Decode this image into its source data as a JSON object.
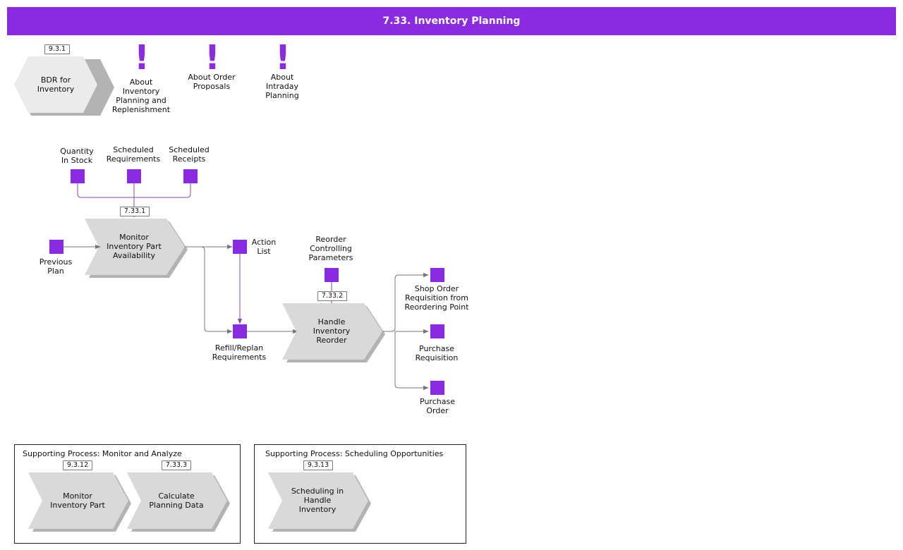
{
  "header": {
    "title": "7.33. Inventory Planning"
  },
  "colors": {
    "accent": "#8a2be2",
    "shape_fill": "#d9d9d9",
    "shape_shadow": "#b3b3b3",
    "line": "#777777",
    "purple_line": "#8a4bb0"
  },
  "top_row": {
    "bdr": {
      "badge": "9.3.1",
      "label_l1": "BDR for",
      "label_l2": "Inventory"
    },
    "notes": [
      {
        "icon": "exclamation-icon",
        "l1": "About",
        "l2": "Inventory",
        "l3": "Planning and",
        "l4": "Replenishment"
      },
      {
        "icon": "exclamation-icon",
        "l1": "About Order",
        "l2": "Proposals"
      },
      {
        "icon": "exclamation-icon",
        "l1": "About",
        "l2": "Intraday",
        "l3": "Planning"
      }
    ]
  },
  "inputs": {
    "quantity_in_stock": {
      "l1": "Quantity",
      "l2": "In Stock"
    },
    "scheduled_requirements": {
      "l1": "Scheduled",
      "l2": "Requirements"
    },
    "scheduled_receipts": {
      "l1": "Scheduled",
      "l2": "Receipts"
    },
    "previous_plan": {
      "l1": "Previous",
      "l2": "Plan"
    },
    "reorder_params": {
      "l1": "Reorder",
      "l2": "Controlling",
      "l3": "Parameters"
    }
  },
  "processes": {
    "monitor": {
      "badge": "7.33.1",
      "l1": "Monitor",
      "l2": "Inventory Part",
      "l3": "Availability"
    },
    "handle": {
      "badge": "7.33.2",
      "l1": "Handle",
      "l2": "Inventory",
      "l3": "Reorder"
    }
  },
  "outputs": {
    "action_list": {
      "l1": "Action",
      "l2": "List"
    },
    "refill": {
      "l1": "Refill/Replan",
      "l2": "Requirements"
    },
    "shop_order": {
      "l1": "Shop Order",
      "l2": "Requisition from",
      "l3": "Reordering Point"
    },
    "purchase_requisition": {
      "l1": "Purchase",
      "l2": "Requisition"
    },
    "purchase_order": {
      "l1": "Purchase",
      "l2": "Order"
    }
  },
  "supporting": {
    "monitor_analyze": {
      "title": "Supporting Process: Monitor and Analyze",
      "items": [
        {
          "badge": "9.3.12",
          "l1": "Monitor",
          "l2": "Inventory Part"
        },
        {
          "badge": "7.33.3",
          "l1": "Calculate",
          "l2": "Planning Data"
        }
      ]
    },
    "scheduling": {
      "title": "Supporting Process: Scheduling Opportunities",
      "items": [
        {
          "badge": "9.3.13",
          "l1": "Scheduling in",
          "l2": "Handle",
          "l3": "Inventory"
        }
      ]
    }
  }
}
